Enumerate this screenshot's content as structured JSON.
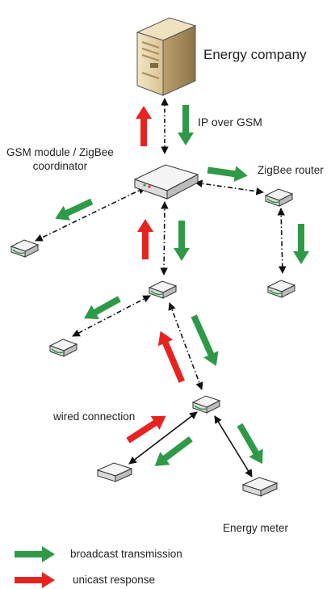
{
  "labels": {
    "energy_company": "Energy company",
    "ip_over_gsm": "IP over GSM",
    "gsm_coordinator_line1": "GSM module / ZigBee",
    "gsm_coordinator_line2": "coordinator",
    "zigbee_router": "ZigBee router",
    "wired_connection": "wired connection",
    "energy_meter": "Energy meter"
  },
  "legend": {
    "broadcast": "broadcast transmission",
    "unicast": "unicast response"
  },
  "colors": {
    "broadcast_green": "#2e9a47",
    "unicast_red": "#e52421",
    "device_body": "#f2f2f2",
    "device_outline": "#333333",
    "server_beige": "#e8d7b0",
    "link_black": "#111111"
  },
  "icons": [
    "server-icon",
    "gateway-icon",
    "zigbee-router-icon",
    "energy-meter-icon"
  ]
}
